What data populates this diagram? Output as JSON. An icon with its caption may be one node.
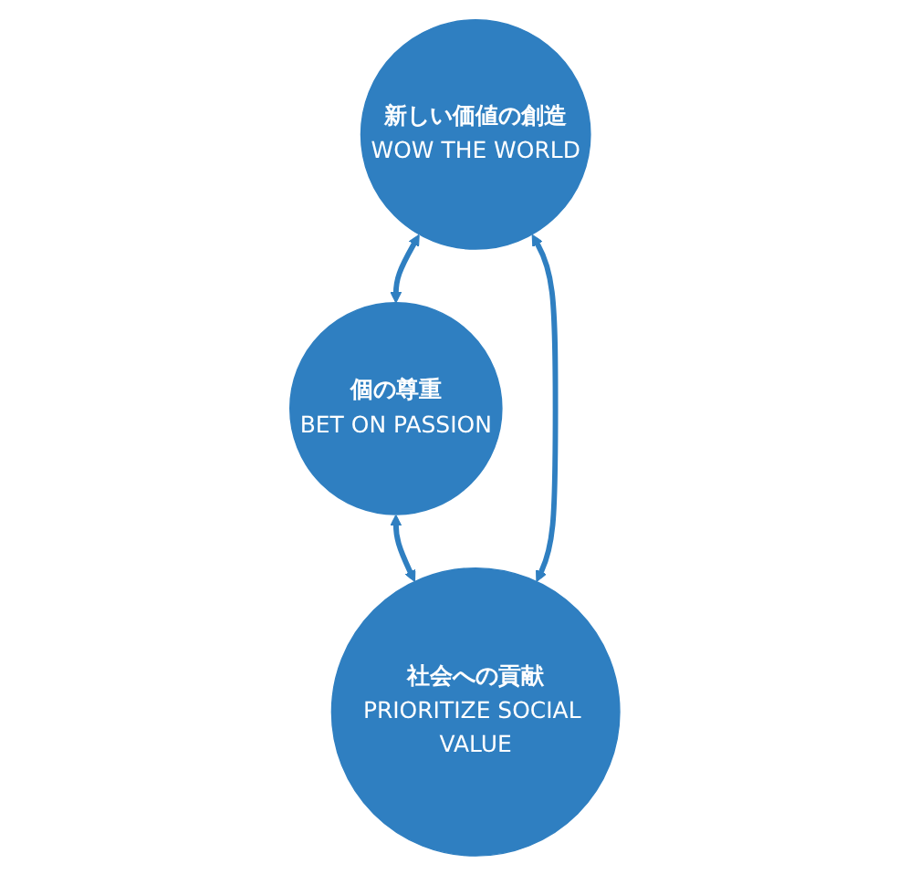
{
  "diagram": {
    "nodes": [
      {
        "text": [
          "個の尊重",
          "BET ON PASSION"
        ]
      },
      {
        "text": [
          "新しい価値の創造",
          "WOW THE WORLD"
        ]
      },
      {
        "text": [
          "社会への貢献",
          "PRIORITIZE SOCIAL VALUE"
        ]
      }
    ],
    "edges": [
      {
        "from": 1,
        "to": 0,
        "arrow": "both"
      },
      {
        "from": 0,
        "to": 2,
        "arrow": "both"
      },
      {
        "from": 1,
        "to": 2,
        "arrow": "both"
      }
    ]
  }
}
